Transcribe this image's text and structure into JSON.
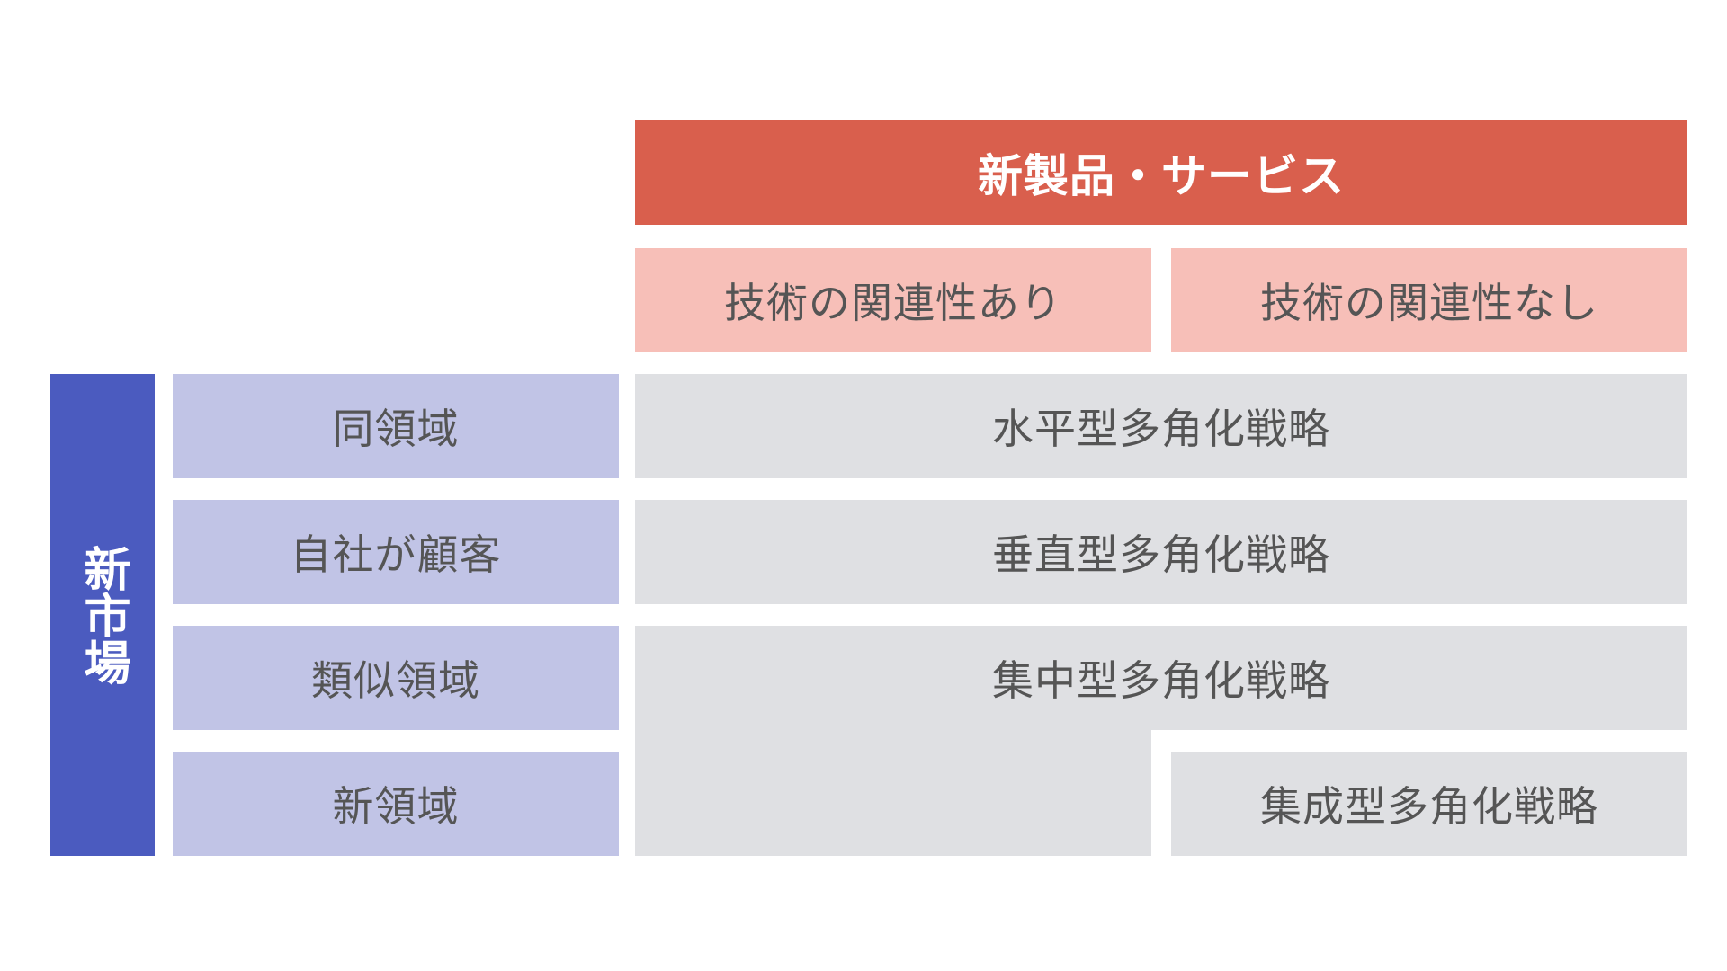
{
  "header": {
    "title": "新製品・サービス"
  },
  "sub_headers": [
    {
      "label": "技術の関連性あり"
    },
    {
      "label": "技術の関連性なし"
    }
  ],
  "side": {
    "label": "新市場"
  },
  "rows": [
    {
      "label": "同領域"
    },
    {
      "label": "自社が顧客"
    },
    {
      "label": "類似領域"
    },
    {
      "label": "新領域"
    }
  ],
  "strategies": [
    {
      "label": "水平型多角化戦略"
    },
    {
      "label": "垂直型多角化戦略"
    },
    {
      "label": "集中型多角化戦略"
    },
    {
      "label": "集成型多角化戦略"
    }
  ],
  "colors": {
    "header": "#d95f4d",
    "sub_header": "#f7bfb8",
    "side_band": "#4b5bbf",
    "row_label": "#c1c4e6",
    "strategy": "#dfe0e3",
    "text": "#555555"
  }
}
